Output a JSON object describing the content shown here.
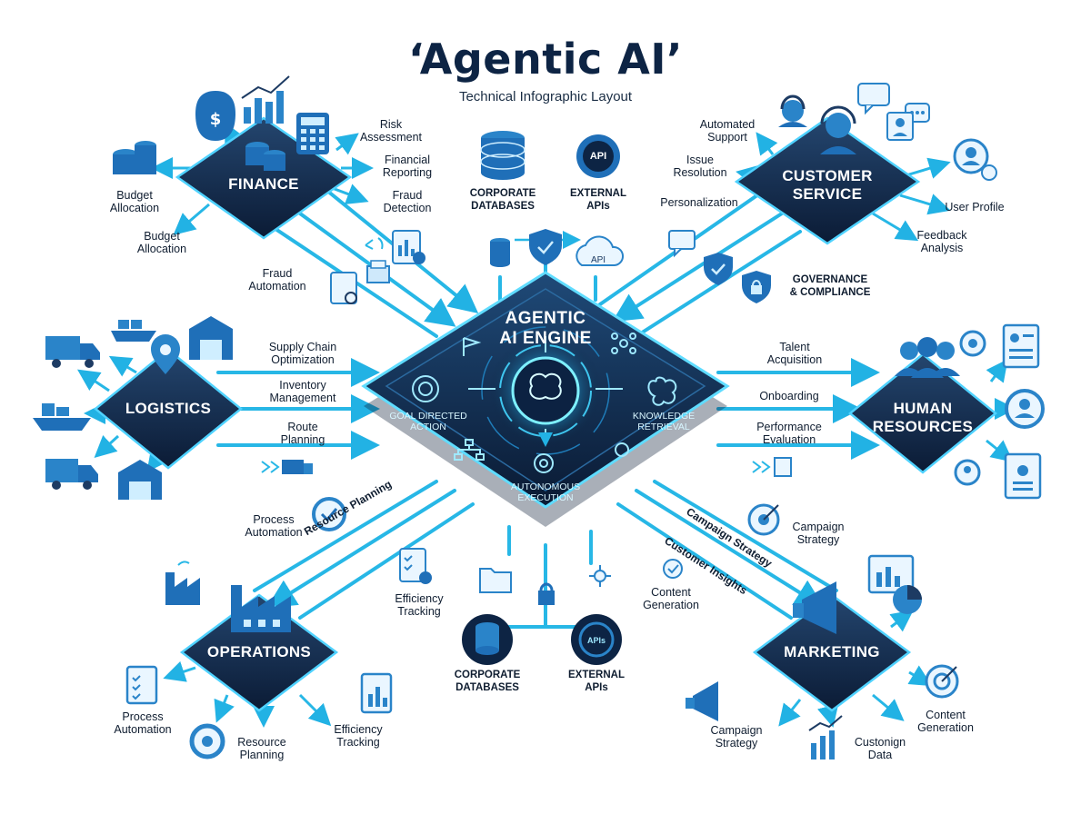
{
  "header": {
    "title": "‘Agentic AI’",
    "subtitle": "Technical Infographic Layout"
  },
  "engine": {
    "title_line1": "AGENTIC",
    "title_line2": "AI ENGINE",
    "goal_line1": "GOAL DIRECTED",
    "goal_line2": "ACTION",
    "knowledge_line1": "KNOWLEDGE",
    "knowledge_line2": "RETRIEVAL",
    "autonomous_line1": "AUTONOMOUS",
    "autonomous_line2": "EXECUTION"
  },
  "hubs": {
    "finance": "FINANCE",
    "customer_line1": "CUSTOMER",
    "customer_line2": "SERVICE",
    "logistics": "LOGISTICS",
    "hr_line1": "HUMAN",
    "hr_line2": "RESOURCES",
    "operations": "OPERATIONS",
    "marketing": "MARKETING"
  },
  "finance_labels": {
    "risk_1": "Risk",
    "risk_2": "Assessment",
    "reporting_1": "Financial",
    "reporting_2": "Reporting",
    "fraud_detection_1": "Fraud",
    "fraud_detection_2": "Detection",
    "budget_a_1": "Budget",
    "budget_a_2": "Allocation",
    "budget_b_1": "Budget",
    "budget_b_2": "Allocation",
    "fraud_automation_1": "Fraud",
    "fraud_automation_2": "Automation"
  },
  "top_data": {
    "corp_db_1": "CORPORATE",
    "corp_db_2": "DATABASES",
    "ext_api_1": "EXTERNAL",
    "ext_api_2": "APIs",
    "api_badge": "API",
    "api_cloud": "API"
  },
  "customer_labels": {
    "automated_1": "Automated",
    "automated_2": "Support",
    "issue_1": "Issue",
    "issue_2": "Resolution",
    "personalization": "Personalization",
    "user_profile": "User Profile",
    "feedback_1": "Feedback",
    "feedback_2": "Analysis",
    "governance_1": "GOVERNANCE",
    "governance_2": "& COMPLIANCE"
  },
  "logistics_labels": {
    "supply_1": "Supply Chain",
    "supply_2": "Optimization",
    "inventory_1": "Inventory",
    "inventory_2": "Management",
    "route_1": "Route",
    "route_2": "Planning"
  },
  "hr_labels": {
    "talent_1": "Talent",
    "talent_2": "Acquisition",
    "onboarding": "Onboarding",
    "performance_1": "Performance",
    "performance_2": "Evaluation"
  },
  "operations_labels": {
    "process_top_1": "Process",
    "process_top_2": "Automation",
    "resource_diag": "Resource Planning",
    "efficiency_top_1": "Efficiency",
    "efficiency_top_2": "Tracking",
    "process_bot_1": "Process",
    "process_bot_2": "Automation",
    "resource_bot_1": "Resource",
    "resource_bot_2": "Planning",
    "efficiency_bot_1": "Efficiency",
    "efficiency_bot_2": "Tracking"
  },
  "bottom_data": {
    "corp_db_1": "CORPORATE",
    "corp_db_2": "DATABASES",
    "ext_api_1": "EXTERNAL",
    "ext_api_2": "APIs",
    "api_badge": "APIs"
  },
  "marketing_labels": {
    "campaign_diag": "Campaign Strategy",
    "insights_diag": "Customer Insights",
    "campaign_top_1": "Campaign",
    "campaign_top_2": "Strategy",
    "content_top_1": "Content",
    "content_top_2": "Generation",
    "campaign_bot_1": "Campaign",
    "campaign_bot_2": "Strategy",
    "custom_data_1": "Custonign",
    "custom_data_2": "Data",
    "content_bot_1": "Content",
    "content_bot_2": "Generation"
  },
  "colors": {
    "navy": "#0d2444",
    "hub_top": "#1d3b63",
    "hub_bottom": "#0c1d38",
    "cyan": "#27b7e6",
    "glow": "#6fe3ff",
    "icon_blue": "#2a84c9"
  }
}
